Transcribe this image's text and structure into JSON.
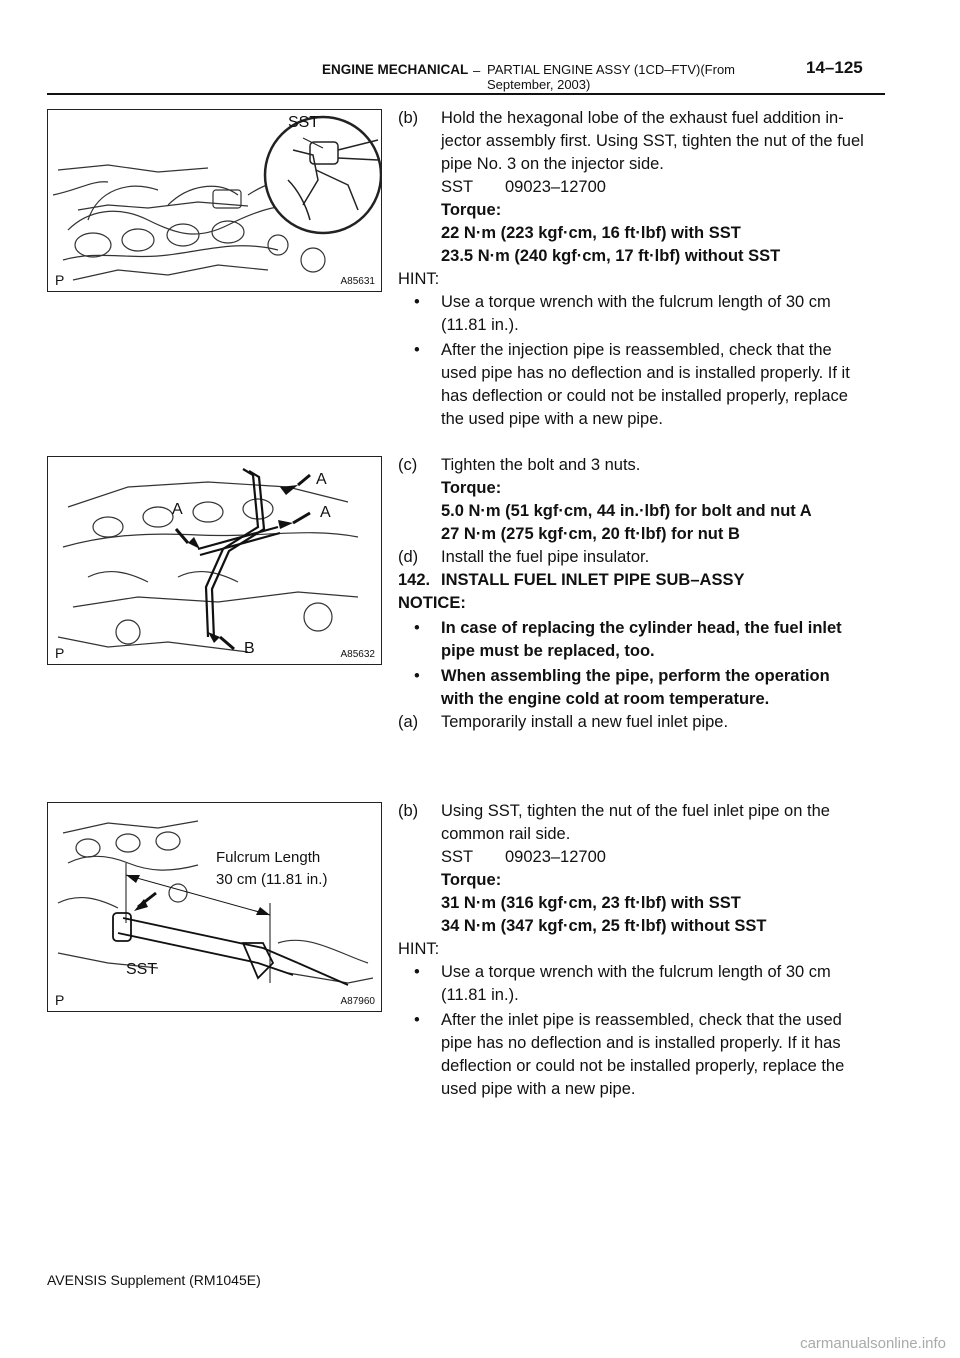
{
  "header": {
    "section": "ENGINE MECHANICAL",
    "dash": "–",
    "subsection": "PARTIAL ENGINE ASSY (1CD–FTV)(From September, 2003)",
    "page_number": "14–125"
  },
  "figures": {
    "fig1": {
      "corner": "P",
      "code": "A85631",
      "label_sst": "SST"
    },
    "fig2": {
      "corner": "P",
      "code": "A85632",
      "label_a1": "A",
      "label_a2": "A",
      "label_a3": "A",
      "label_b": "B"
    },
    "fig3": {
      "corner": "P",
      "code": "A87960",
      "fulcrum_line1": "Fulcrum Length",
      "fulcrum_line2": "30 cm (11.81 in.)",
      "label_sst": "SST"
    }
  },
  "step_b1": {
    "marker": "(b)",
    "line1": "Hold the hexagonal lobe of the exhaust fuel addition in-",
    "line2": "jector assembly first. Using SST, tighten the nut of the fuel",
    "line3": "pipe No. 3 on the injector side.",
    "sst": "SST",
    "sst_number": "09023–12700",
    "torque_label": "Torque:",
    "torque1": "22 N·m (223 kgf·cm, 16 ft·lbf) with SST",
    "torque2": "23.5 N·m (240 kgf·cm, 17 ft·lbf) without SST",
    "hint": "HINT:",
    "bullet1_line1": "Use a torque wrench with the fulcrum length of 30 cm",
    "bullet1_line2": "(11.81 in.).",
    "bullet2_line1": "After the injection pipe is reassembled, check that the",
    "bullet2_line2": "used pipe has no deflection and is installed properly. If it",
    "bullet2_line3": "has deflection or could not be installed properly, replace",
    "bullet2_line4": "the used pipe with a new pipe."
  },
  "step_c": {
    "marker": "(c)",
    "text": "Tighten the bolt and 3 nuts.",
    "torque_label": "Torque:",
    "torque1": "5.0 N·m (51 kgf·cm, 44 in.·lbf) for bolt and nut A",
    "torque2": "27 N·m (275 kgf·cm, 20 ft·lbf) for nut B"
  },
  "step_d": {
    "marker": "(d)",
    "text": "Install the fuel pipe insulator."
  },
  "step_142": {
    "marker": "142.",
    "title": "INSTALL FUEL INLET PIPE SUB–ASSY",
    "notice": "NOTICE:",
    "bullet1_line1": "In case of replacing the cylinder head, the fuel inlet",
    "bullet1_line2": "pipe must be replaced, too.",
    "bullet2_line1": "When assembling the pipe, perform the operation",
    "bullet2_line2": "with the engine cold at room temperature."
  },
  "step_a": {
    "marker": "(a)",
    "text": "Temporarily install a new fuel inlet pipe."
  },
  "step_b2": {
    "marker": "(b)",
    "line1": "Using SST, tighten the nut of the fuel inlet pipe on the",
    "line2": "common rail side.",
    "sst": "SST",
    "sst_number": "09023–12700",
    "torque_label": "Torque:",
    "torque1": "31 N·m (316 kgf·cm, 23 ft·lbf) with SST",
    "torque2": "34 N·m (347 kgf·cm, 25 ft·lbf) without SST",
    "hint": "HINT:",
    "bullet1_line1": "Use a torque wrench with the fulcrum length of 30 cm",
    "bullet1_line2": "(11.81 in.).",
    "bullet2_line1": "After the inlet pipe is reassembled, check that the used",
    "bullet2_line2": "pipe has no deflection and is installed properly. If it has",
    "bullet2_line3": "deflection or could not be installed properly, replace the",
    "bullet2_line4": "used pipe with a new pipe."
  },
  "footer": {
    "text": "AVENSIS Supplement   (RM1045E)"
  },
  "watermark": {
    "text": "carmanualsonline.info"
  }
}
